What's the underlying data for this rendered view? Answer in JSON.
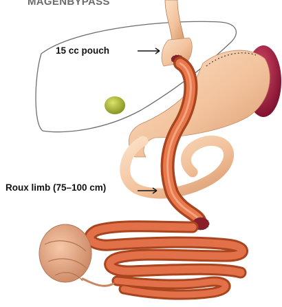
{
  "figure": {
    "title": "MAGENBYPASS",
    "labels": {
      "pouch": "15 cc pouch",
      "roux_limb": "Roux limb (75–100 cm)"
    }
  },
  "colors": {
    "stomach": "#f2c29c",
    "intestine": "#d9673e",
    "spleen": "#a0193c",
    "gallbladder": "#9cae2a",
    "liver_outline": "#6d6d6d"
  }
}
